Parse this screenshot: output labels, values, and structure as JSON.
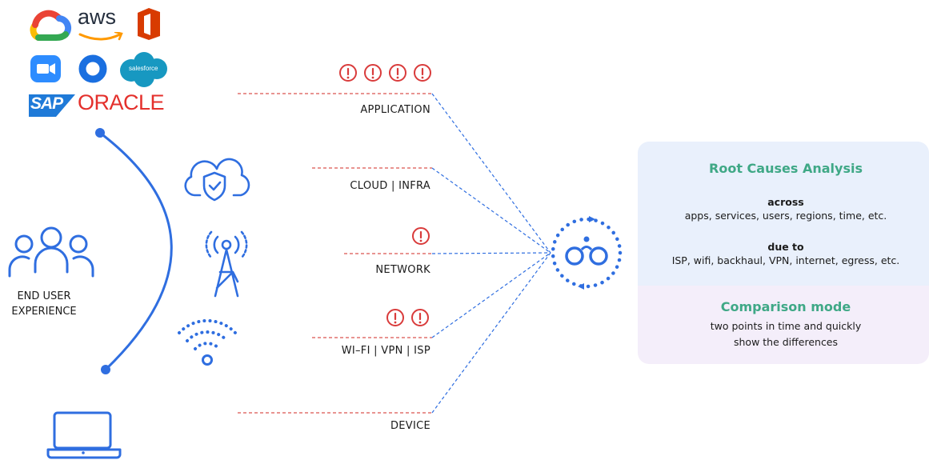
{
  "logos": {
    "aws": "aws",
    "salesforce": "salesforce",
    "sap": "SAP",
    "oracle": "ORACLE"
  },
  "end_user": {
    "line1": "END USER",
    "line2": "EXPERIENCE"
  },
  "layers": {
    "application": "APPLICATION",
    "cloud": "CLOUD | INFRA",
    "network": "NETWORK",
    "wifi": "WI–FI | VPN | ISP",
    "device": "DEVICE"
  },
  "panel": {
    "title": "Root Causes Analysis",
    "across_label": "across",
    "across_text": "apps, services, users, regions, time, etc.",
    "due_label": "due to",
    "due_text": "ISP, wifi, backhaul, VPN, internet, egress, etc.",
    "comparison_title": "Comparison mode",
    "comparison_line1": "two points in time and quickly",
    "comparison_line2": "show the differences"
  },
  "colors": {
    "blue": "#2f6ee0",
    "red_dash": "#d9534f",
    "alert": "#d93b3b",
    "green_title": "#3fa886",
    "panel_top": "#e9f0fc",
    "panel_bottom": "#f4eefa"
  },
  "alerts": {
    "application": 4,
    "cloud": 0,
    "network": 1,
    "wifi": 2,
    "device": 0
  }
}
